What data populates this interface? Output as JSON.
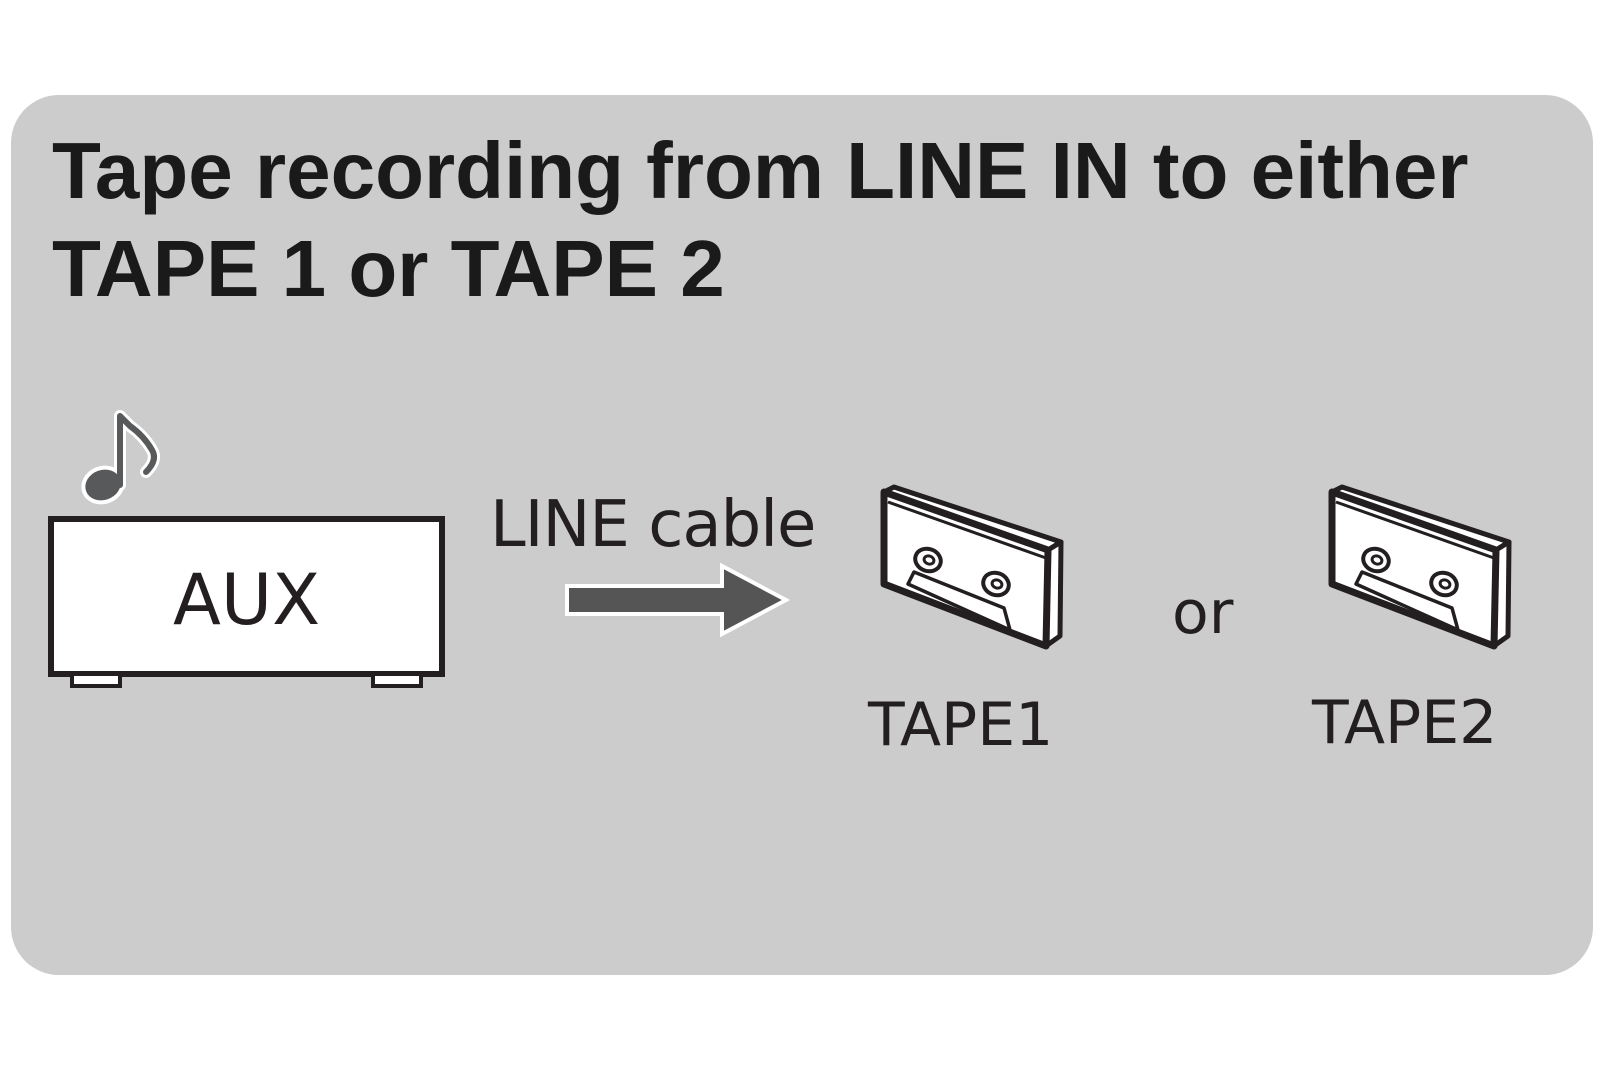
{
  "title": {
    "line1": "Tape recording from LINE IN to either",
    "line2": "TAPE 1 or TAPE 2"
  },
  "source": {
    "label": "AUX",
    "icon": "music-note-icon"
  },
  "connection": {
    "label": "LINE cable"
  },
  "targets": [
    {
      "label": "TAPE1",
      "icon": "cassette-icon"
    },
    {
      "label": "TAPE2",
      "icon": "cassette-icon"
    }
  ],
  "separator": "or",
  "colors": {
    "panel": "#cccccc",
    "ink": "#231f20",
    "arrow": "#555555",
    "note": "#58595b"
  }
}
